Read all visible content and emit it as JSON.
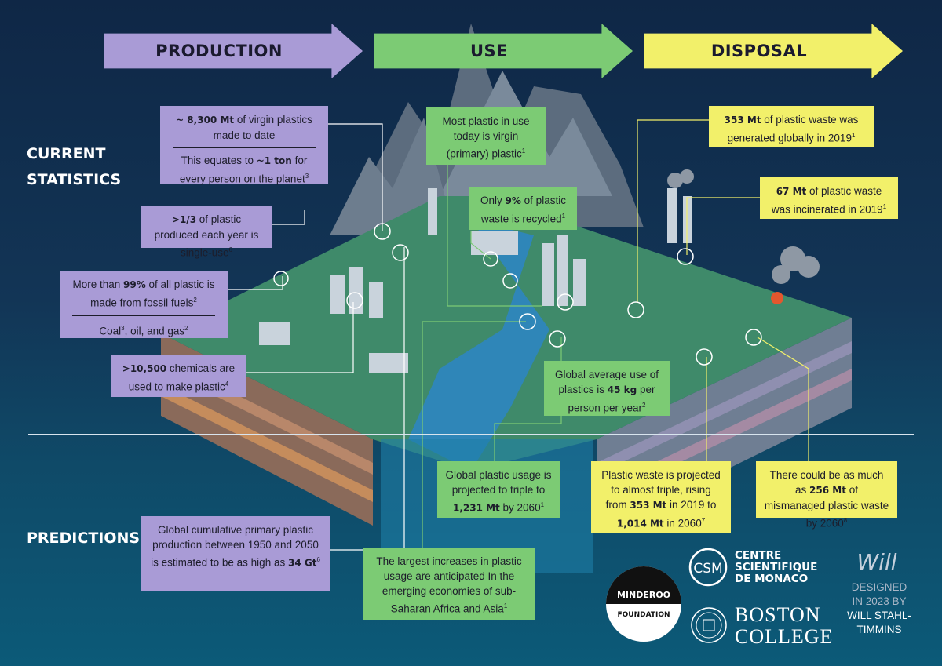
{
  "stages": {
    "production": "PRODUCTION",
    "use": "USE",
    "disposal": "DISPOSAL"
  },
  "sections": {
    "current_line1": "CURRENT",
    "current_line2": "STATISTICS",
    "predictions": "PREDICTIONS"
  },
  "production": {
    "virgin_total": {
      "bold": "~ 8,300 Mt",
      "text": " of  virgin plastics made to date"
    },
    "per_person": {
      "pre": "This equates to ",
      "bold": "~1 ton",
      "post": " for every person on the planet",
      "ref": "3"
    },
    "single_use": {
      "bold": ">1/3",
      "text": " of plastic produced each year is single-use",
      "ref": "6"
    },
    "fossil": {
      "pre": "More than ",
      "bold": "99%",
      "post": " of all plastic is made from fossil fuels",
      "ref": "2"
    },
    "coal": {
      "a": "Coal",
      "ref_a": "3",
      "b": ", oil, and gas",
      "ref_b": "2"
    },
    "chemicals": {
      "bold": ">10,500",
      "text": " chemicals are used to make plastic",
      "ref": "4"
    },
    "cumulative": {
      "text": "Global cumulative primary plastic production between 1950 and 2050 is estimated to be as high as ",
      "bold": "34 Gt",
      "ref": "6"
    }
  },
  "use": {
    "virgin": {
      "text": "Most plastic in use today is virgin (primary) plastic",
      "ref": "1"
    },
    "recycled": {
      "pre": "Only ",
      "bold": "9%",
      "post": " of plastic waste is recycled",
      "ref": "1"
    },
    "average": {
      "pre": "Global average use of plastics is ",
      "bold": "45 kg",
      "post": " per person per year",
      "ref": "2"
    },
    "triple": {
      "pre": "Global plastic usage is projected to triple to ",
      "bold": "1,231 Mt",
      "post": " by 2060",
      "ref": "1"
    },
    "largest": {
      "text": "The largest increases in plastic usage are anticipated In the emerging economies of sub-Saharan Africa and Asia",
      "ref": "1"
    }
  },
  "disposal": {
    "generated": {
      "bold": "353 Mt",
      "text": " of plastic waste was generated globally in 2019",
      "ref": "1"
    },
    "incinerated": {
      "bold": "67 Mt",
      "text": " of plastic waste was incinerated in 2019",
      "ref": "1"
    },
    "projected": {
      "pre": "Plastic waste is projected to almost triple, rising from ",
      "bold_a": "353 Mt",
      "mid": " in 2019 to ",
      "bold_b": "1,014 Mt",
      "post": " in 2060",
      "ref": "7"
    },
    "mismanaged": {
      "pre": "There could be as much as ",
      "bold": "256 Mt",
      "post": " of mismanaged plastic waste by 2060",
      "ref": "8"
    }
  },
  "logos": {
    "minderoo_top": "MINDEROO",
    "minderoo_bottom": "FOUNDATION",
    "csm_mark": "CSM",
    "csm_line1": "CENTRE",
    "csm_line2": "SCIENTIFIQUE",
    "csm_line3": "DE MONACO",
    "bc_line1": "BOSTON",
    "bc_line2": "COLLEGE",
    "will_mark": "Will",
    "designed_line1": "DESIGNED",
    "designed_line2": "IN 2023 BY",
    "designed_line3": "WILL STAHL-",
    "designed_line4": "TIMMINS"
  },
  "colors": {
    "production": "#a99bd6",
    "use": "#7ccb74",
    "disposal": "#f2f06a",
    "background": "#123556"
  }
}
